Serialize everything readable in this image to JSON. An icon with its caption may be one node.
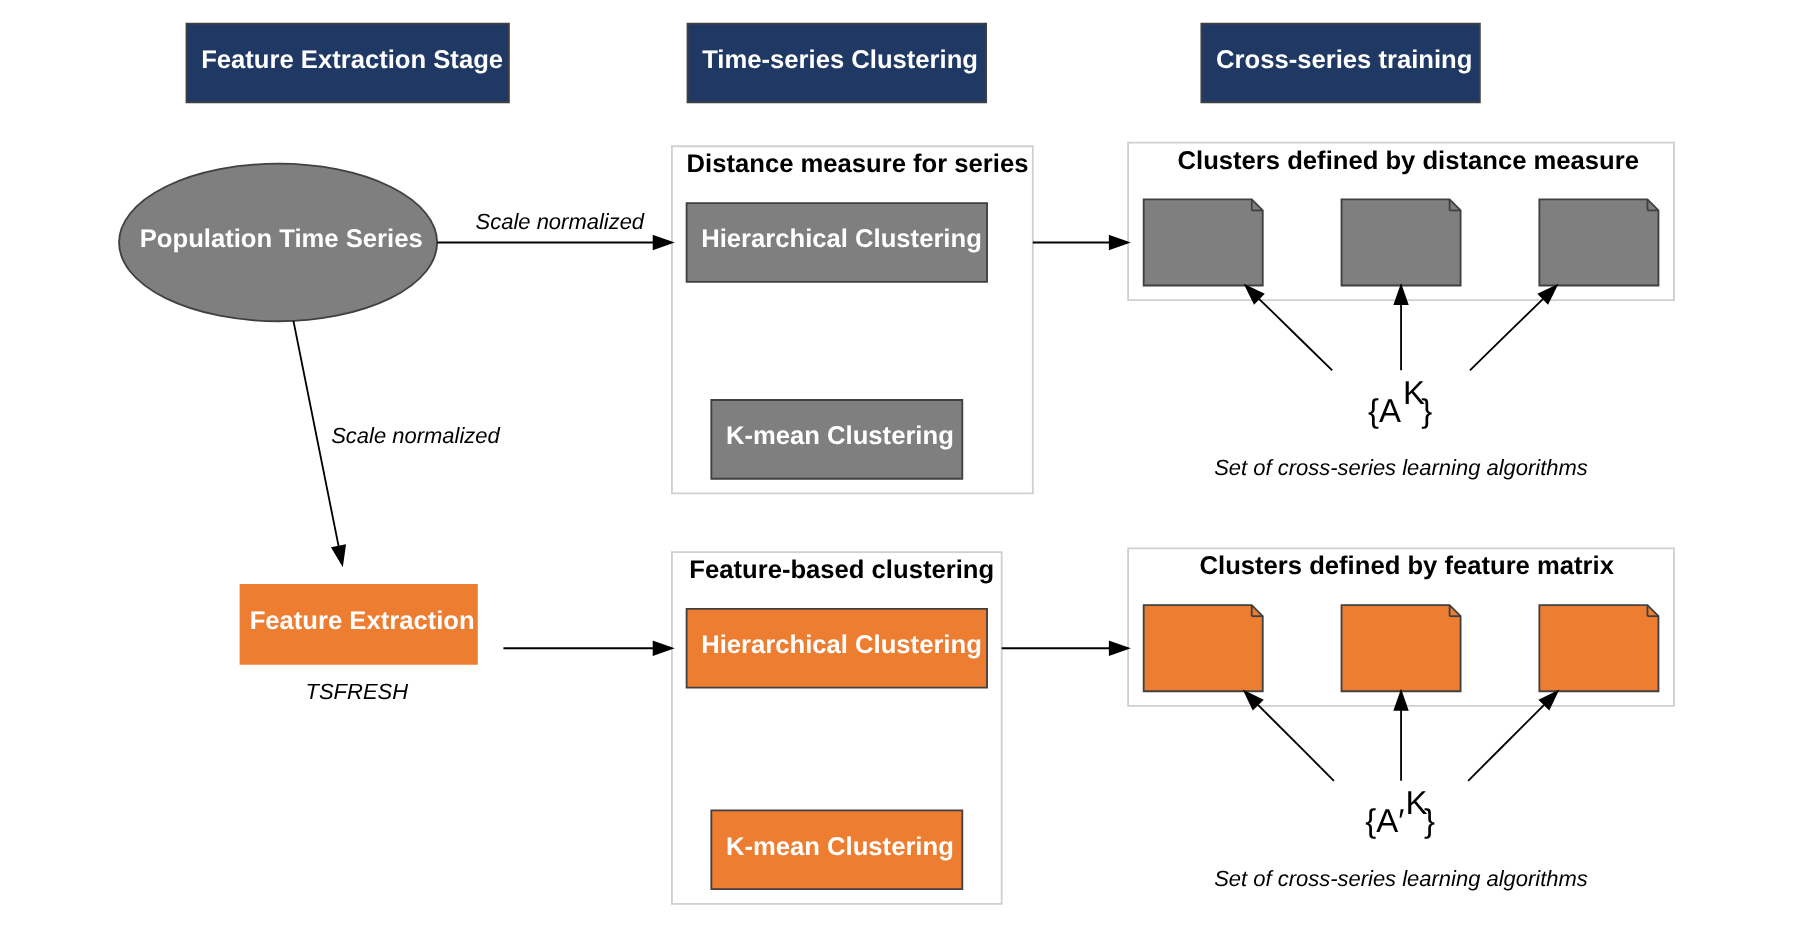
{
  "diagram": {
    "nodes": [
      {
        "text": [
          "Feature Extraction Stage"
        ]
      },
      {
        "text": [
          "Time-series Clustering"
        ]
      },
      {
        "text": [
          "Cross-series training"
        ]
      },
      {
        "text": [
          "Population Time Series"
        ]
      },
      {
        "text": [
          "Feature Extraction"
        ],
        "beside": [
          "TSFRESH"
        ]
      },
      {
        "text": [
          "Distance measure for series"
        ]
      },
      {
        "text": [
          "Hierarchical Clustering"
        ],
        "in": 5
      },
      {
        "text": [
          "K-mean Clustering"
        ],
        "in": 5
      },
      {
        "text": [
          "Feature-based clustering"
        ]
      },
      {
        "text": [
          "Hierarchical Clustering"
        ],
        "in": 8
      },
      {
        "text": [
          "K-mean Clustering"
        ],
        "in": 8
      },
      {
        "text": [
          "Clusters defined by distance measure"
        ]
      },
      {
        "text": [],
        "shape": "document",
        "in": 11
      },
      {
        "text": [],
        "shape": "document",
        "in": 11
      },
      {
        "text": [],
        "shape": "document",
        "in": 11
      },
      {
        "text": [
          "{A$^{K}$}"
        ],
        "beside": [
          "Set of cross-series learning algorithms"
        ]
      },
      {
        "text": [
          "Clusters defined by feature matrix"
        ]
      },
      {
        "text": [],
        "shape": "document",
        "in": 16
      },
      {
        "text": [],
        "shape": "document",
        "in": 16
      },
      {
        "text": [],
        "shape": "document",
        "in": 16
      },
      {
        "text": [
          "{A′$^{K}$}"
        ],
        "beside": [
          "Set of cross-series learning algorithms"
        ]
      }
    ],
    "edges": [
      {
        "from": 3,
        "to": 4,
        "arrow": "to",
        "label": "Scale normalized"
      },
      {
        "from": 3,
        "to": 5,
        "arrow": "to",
        "label": "Scale normalized"
      },
      {
        "from": 4,
        "to": 8,
        "arrow": "to"
      },
      {
        "from": 5,
        "to": 11,
        "arrow": "to"
      },
      {
        "from": 8,
        "to": 16,
        "arrow": "to"
      },
      {
        "from": 15,
        "to": 12,
        "arrow": "to"
      },
      {
        "from": 15,
        "to": 13,
        "arrow": "to"
      },
      {
        "from": 15,
        "to": 14,
        "arrow": "to"
      },
      {
        "from": 20,
        "to": 17,
        "arrow": "to"
      },
      {
        "from": 20,
        "to": 18,
        "arrow": "to"
      },
      {
        "from": 20,
        "to": 19,
        "arrow": "to"
      }
    ]
  }
}
